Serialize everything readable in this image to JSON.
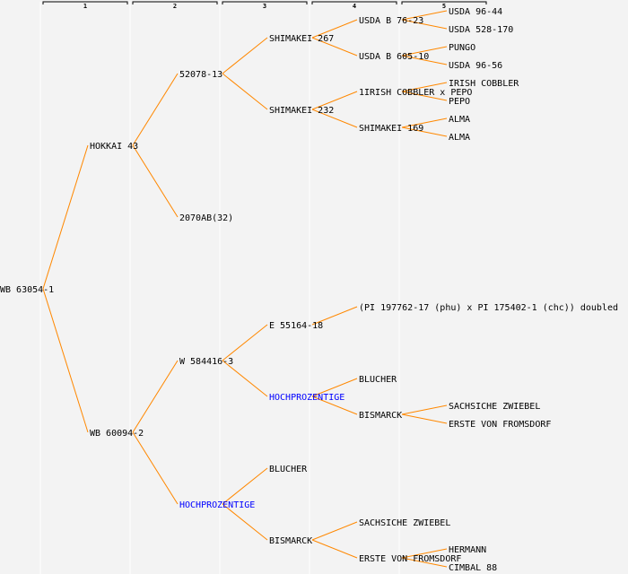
{
  "colors": {
    "link": "#ff8800",
    "text": "#000000",
    "highlight": "#0000ff",
    "background": "#f3f3f3",
    "separator": "#ffffff"
  },
  "generation_headers": [
    "1",
    "2",
    "3",
    "4",
    "5"
  ],
  "pedigree": {
    "name": "WB 63054-1",
    "sire": {
      "name": "HOKKAI 43",
      "sire": {
        "name": "52078-13",
        "sire": {
          "name": "SHIMAKEI 267",
          "sire": {
            "name": "USDA B 76-23",
            "sire": {
              "name": "USDA 96-44"
            },
            "dam": {
              "name": "USDA 528-170"
            }
          },
          "dam": {
            "name": "USDA B 605-10",
            "sire": {
              "name": "PUNGO"
            },
            "dam": {
              "name": "USDA 96-56"
            }
          }
        },
        "dam": {
          "name": "SHIMAKEI 232",
          "sire": {
            "name": "1IRISH COBBLER x PEPO",
            "sire": {
              "name": "IRISH COBBLER"
            },
            "dam": {
              "name": "PEPO"
            }
          },
          "dam": {
            "name": "SHIMAKEI 169",
            "sire": {
              "name": "ALMA"
            },
            "dam": {
              "name": "ALMA"
            }
          }
        }
      },
      "dam": {
        "name": "2070AB(32)"
      }
    },
    "dam": {
      "name": "WB 60094-2",
      "sire": {
        "name": "W 584416-3",
        "sire": {
          "name": "E 55164-18",
          "sire": {
            "name": "(PI 197762-17 (phu) x PI 175402-1 (chc)) doubled"
          }
        },
        "dam": {
          "name": "HOCHPROZENTIGE",
          "highlight": true,
          "sire": {
            "name": "BLUCHER"
          },
          "dam": {
            "name": "BISMARCK",
            "sire": {
              "name": "SACHSICHE ZWIEBEL"
            },
            "dam": {
              "name": "ERSTE VON FROMSDORF"
            }
          }
        }
      },
      "dam": {
        "name": "HOCHPROZENTIGE",
        "highlight": true,
        "sire": {
          "name": "BLUCHER"
        },
        "dam": {
          "name": "BISMARCK",
          "sire": {
            "name": "SACHSICHE ZWIEBEL"
          },
          "dam": {
            "name": "ERSTE VON FROMSDORF",
            "sire": {
              "name": "HERMANN"
            },
            "dam": {
              "name": "CIMBAL 88"
            }
          }
        }
      }
    }
  }
}
